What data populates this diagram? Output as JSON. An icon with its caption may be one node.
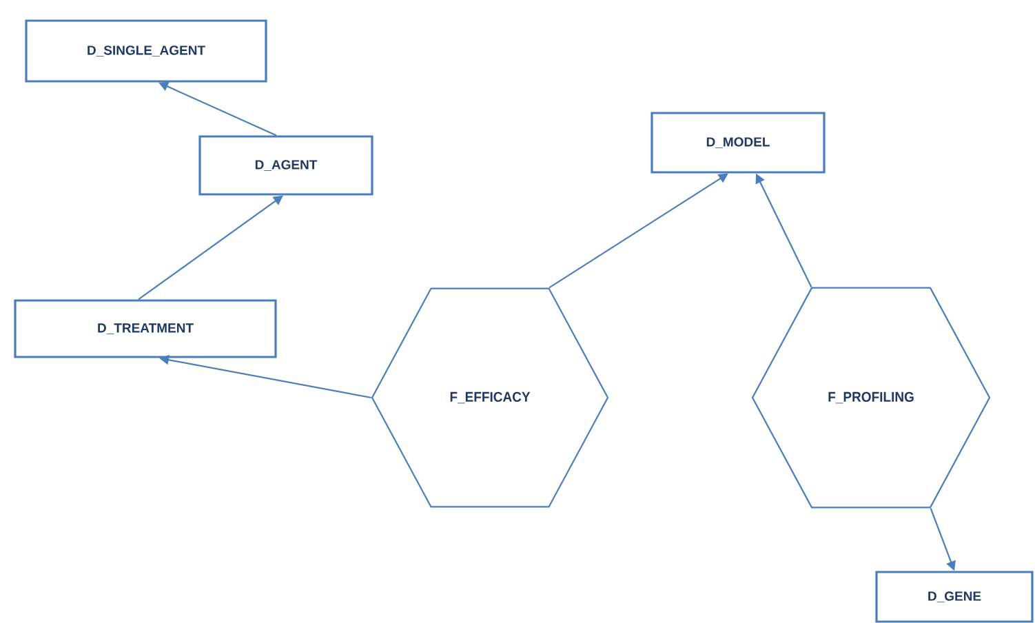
{
  "diagram": {
    "nodes": [
      {
        "text": [
          "D_SINGLE_AGENT"
        ]
      },
      {
        "text": [
          "D_AGENT"
        ]
      },
      {
        "text": [
          "D_TREATMENT"
        ]
      },
      {
        "text": [
          "D_MODEL"
        ]
      },
      {
        "text": [
          "F_EFFICACY"
        ]
      },
      {
        "text": [
          "F_PROFILING"
        ]
      },
      {
        "text": [
          "D_GENE"
        ]
      }
    ],
    "edges": [
      {
        "from": 1,
        "to": 0,
        "arrow": "to"
      },
      {
        "from": 2,
        "to": 1,
        "arrow": "to"
      },
      {
        "from": 4,
        "to": 2,
        "arrow": "to"
      },
      {
        "from": 4,
        "to": 3,
        "arrow": "to"
      },
      {
        "from": 5,
        "to": 3,
        "arrow": "to"
      },
      {
        "from": 5,
        "to": 6,
        "arrow": "to"
      }
    ]
  }
}
